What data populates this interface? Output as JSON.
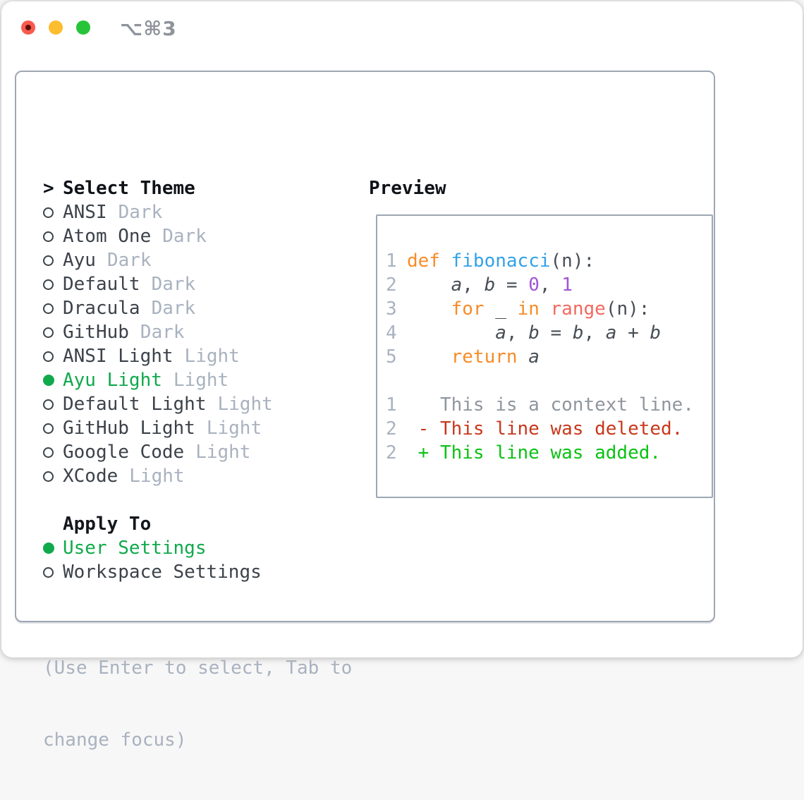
{
  "window": {
    "title": "⌥⌘3",
    "traffic_lights": [
      {
        "icon": "close-icon",
        "color": "#f95a4d"
      },
      {
        "icon": "minimize-icon",
        "color": "#fcbd2f"
      },
      {
        "icon": "zoom-icon",
        "color": "#27c43a"
      }
    ]
  },
  "theme_panel": {
    "header_prompt": ">",
    "header": "Select Theme",
    "themes": [
      {
        "name": "ANSI",
        "variant": "Dark",
        "selected": false
      },
      {
        "name": "Atom One",
        "variant": "Dark",
        "selected": false
      },
      {
        "name": "Ayu",
        "variant": "Dark",
        "selected": false
      },
      {
        "name": "Default",
        "variant": "Dark",
        "selected": false
      },
      {
        "name": "Dracula",
        "variant": "Dark",
        "selected": false
      },
      {
        "name": "GitHub",
        "variant": "Dark",
        "selected": false
      },
      {
        "name": "ANSI Light",
        "variant": "Light",
        "selected": false
      },
      {
        "name": "Ayu Light",
        "variant": "Light",
        "selected": true
      },
      {
        "name": "Default Light",
        "variant": "Light",
        "selected": false
      },
      {
        "name": "GitHub Light",
        "variant": "Light",
        "selected": false
      },
      {
        "name": "Google Code",
        "variant": "Light",
        "selected": false
      },
      {
        "name": "XCode",
        "variant": "Light",
        "selected": false
      }
    ],
    "apply_to": {
      "header": "Apply To",
      "options": [
        {
          "name": "User Settings",
          "selected": true
        },
        {
          "name": "Workspace Settings",
          "selected": false
        }
      ]
    },
    "hint_lines": [
      "(Use Enter to select, Tab to",
      "change focus)"
    ]
  },
  "preview": {
    "header": "Preview",
    "lines": [
      {
        "ln": "1",
        "tokens": [
          [
            "def",
            "kw"
          ],
          [
            " ",
            "pl"
          ],
          [
            "fibonacci",
            "fn"
          ],
          [
            "(n):",
            "pl"
          ]
        ]
      },
      {
        "ln": "2",
        "tokens": [
          [
            "    ",
            "pl"
          ],
          [
            "a",
            "var"
          ],
          [
            ", ",
            "pl"
          ],
          [
            "b",
            "var"
          ],
          [
            " = ",
            "pl"
          ],
          [
            "0",
            "num"
          ],
          [
            ", ",
            "pl"
          ],
          [
            "1",
            "num"
          ]
        ]
      },
      {
        "ln": "3",
        "tokens": [
          [
            "    ",
            "pl"
          ],
          [
            "for",
            "kw"
          ],
          [
            " _ ",
            "pl"
          ],
          [
            "in",
            "kw"
          ],
          [
            " ",
            "pl"
          ],
          [
            "range",
            "rng"
          ],
          [
            "(n):",
            "pl"
          ]
        ]
      },
      {
        "ln": "4",
        "tokens": [
          [
            "        ",
            "pl"
          ],
          [
            "a",
            "var"
          ],
          [
            ", ",
            "pl"
          ],
          [
            "b",
            "var"
          ],
          [
            " = ",
            "pl"
          ],
          [
            "b",
            "var"
          ],
          [
            ", ",
            "pl"
          ],
          [
            "a",
            "var"
          ],
          [
            " + ",
            "pl"
          ],
          [
            "b",
            "var"
          ]
        ]
      },
      {
        "ln": "5",
        "tokens": [
          [
            "    ",
            "pl"
          ],
          [
            "return",
            "kw"
          ],
          [
            " ",
            "pl"
          ],
          [
            "a",
            "var"
          ]
        ]
      },
      {
        "ln": "",
        "tokens": []
      },
      {
        "ln": "1",
        "tokens": [
          [
            "   This is a context line.",
            "ctx"
          ]
        ]
      },
      {
        "ln": "2",
        "tokens": [
          [
            " - This line was deleted.",
            "del"
          ]
        ]
      },
      {
        "ln": "2",
        "tokens": [
          [
            " + This line was added.",
            "add"
          ]
        ]
      }
    ]
  },
  "colors": {
    "accent_green": "#10a94c",
    "added_green": "#0cc214",
    "deleted_red": "#c8381c",
    "context_gray": "#8f969e",
    "muted_gray": "#a9b2bf",
    "panel_border": "#9ea7b3",
    "keyword_orange": "#f78c28",
    "function_blue": "#33a1e8",
    "number_purple": "#a055d5",
    "range_coral": "#f2695f",
    "text_dark": "#3c424a"
  }
}
